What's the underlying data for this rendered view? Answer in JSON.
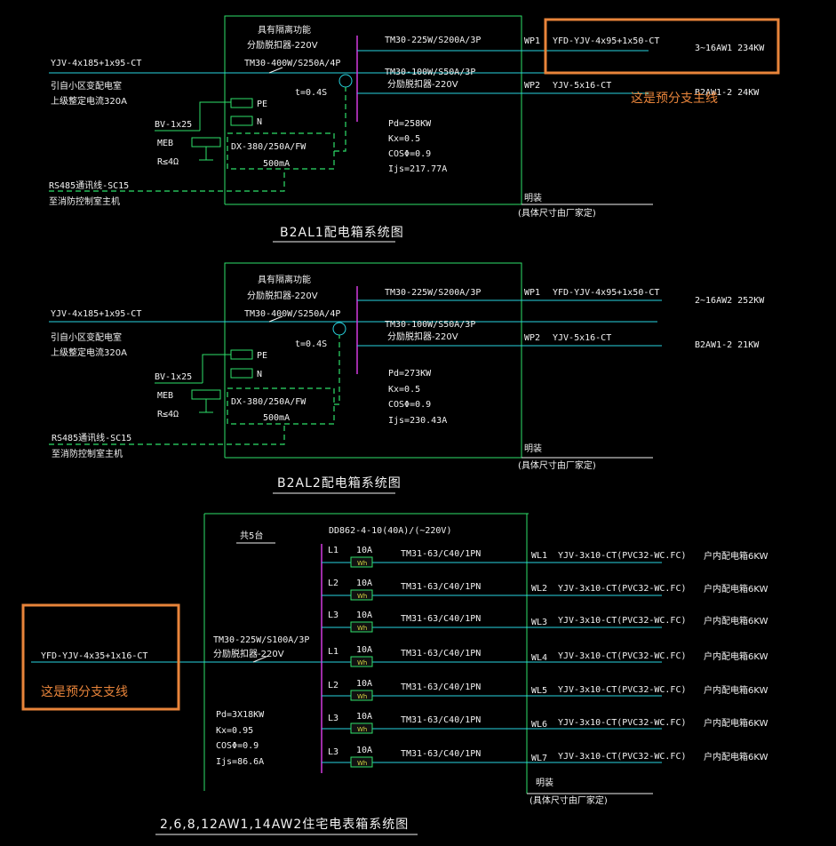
{
  "panel1": {
    "isolation": "具有隔离功能",
    "spd": "分励脱扣器-220V",
    "main_breaker": "TM30-400W/S250A/4P",
    "time": "t=0.4S",
    "pe": "PE",
    "n": "N",
    "bv": "BV-1x25",
    "meb": "MEB",
    "r": "R≤4Ω",
    "rcd": "DX-380/250A/FW",
    "rcd_ma": "500mA",
    "incoming": "YJV-4x185+1x95-CT",
    "from1": "引自小区变配电室",
    "from2": "上级整定电流320A",
    "rs485": "RS485通讯线-SC15",
    "to_fire": "至消防控制室主机",
    "br1": "TM30-225W/S200A/3P",
    "br2": "TM30-100W/S50A/3P",
    "br2_spd": "分励脱扣器-220V",
    "wp1": "WP1",
    "wp1_cable": "YFD-YJV-4x95+1x50-CT",
    "wp1_load": "3~16AW1 234KW",
    "wp2": "WP2",
    "wp2_cable": "YJV-5x16-CT",
    "wp2_load": "B2AW1-2 24KW",
    "pd": "Pd=258KW",
    "kx": "Kx=0.5",
    "cos": "COSΦ=0.9",
    "ijs": "Ijs=217.77A",
    "mount": "明装",
    "mount_note": "(具体尺寸由厂家定)",
    "title": "B2AL1配电箱系统图"
  },
  "panel2": {
    "isolation": "具有隔离功能",
    "spd": "分励脱扣器-220V",
    "main_breaker": "TM30-400W/S250A/4P",
    "time": "t=0.4S",
    "pe": "PE",
    "n": "N",
    "bv": "BV-1x25",
    "meb": "MEB",
    "r": "R≤4Ω",
    "rcd": "DX-380/250A/FW",
    "rcd_ma": "500mA",
    "incoming": "YJV-4x185+1x95-CT",
    "from1": "引自小区变配电室",
    "from2": "上级整定电流320A",
    "rs485": "RS485通讯线-SC15",
    "to_fire": "至消防控制室主机",
    "br1": "TM30-225W/S200A/3P",
    "br2": "TM30-100W/S50A/3P",
    "br2_spd": "分励脱扣器-220V",
    "wp1": "WP1",
    "wp1_cable": "YFD-YJV-4x95+1x50-CT",
    "wp1_load": "2~16AW2 252KW",
    "wp2": "WP2",
    "wp2_cable": "YJV-5x16-CT",
    "wp2_load": "B2AW1-2 21KW",
    "pd": "Pd=273KW",
    "kx": "Kx=0.5",
    "cos": "COSΦ=0.9",
    "ijs": "Ijs=230.43A",
    "mount": "明装",
    "mount_note": "(具体尺寸由厂家定)",
    "title": "B2AL2配电箱系统图"
  },
  "panel3": {
    "count": "共5台",
    "meter": "DD862-4-10(40A)/(~220V)",
    "main_breaker": "TM30-225W/S100A/3P",
    "spd": "分励脱扣器-220V",
    "incoming": "YFD-YJV-4x35+1x16-CT",
    "pd": "Pd=3X18KW",
    "kx": "Kx=0.95",
    "cos": "COSΦ=0.9",
    "ijs": "Ijs=86.6A",
    "mount": "明装",
    "mount_note": "(具体尺寸由厂家定)",
    "title": "2,6,8,12AW1,14AW2住宅电表箱系统图",
    "meter_current": "10A",
    "wh": "Wh",
    "rows": [
      {
        "phase": "L1",
        "breaker": "TM31-63/C40/1PN",
        "circuit": "WL1",
        "cable": "YJV-3x10-CT(PVC32-WC.FC)",
        "load": "户内配电箱6KW"
      },
      {
        "phase": "L2",
        "breaker": "TM31-63/C40/1PN",
        "circuit": "WL2",
        "cable": "YJV-3x10-CT(PVC32-WC.FC)",
        "load": "户内配电箱6KW"
      },
      {
        "phase": "L3",
        "breaker": "TM31-63/C40/1PN",
        "circuit": "WL3",
        "cable": "YJV-3x10-CT(PVC32-WC.FC)",
        "load": "户内配电箱6KW"
      },
      {
        "phase": "L1",
        "breaker": "TM31-63/C40/1PN",
        "circuit": "WL4",
        "cable": "YJV-3x10-CT(PVC32-WC.FC)",
        "load": "户内配电箱6KW"
      },
      {
        "phase": "L2",
        "breaker": "TM31-63/C40/1PN",
        "circuit": "WL5",
        "cable": "YJV-3x10-CT(PVC32-WC.FC)",
        "load": "户内配电箱6KW"
      },
      {
        "phase": "L3",
        "breaker": "TM31-63/C40/1PN",
        "circuit": "WL6",
        "cable": "YJV-3x10-CT(PVC32-WC.FC)",
        "load": "户内配电箱6KW"
      },
      {
        "phase": "L3",
        "breaker": "TM31-63/C40/1PN",
        "circuit": "WL7",
        "cable": "YJV-3x10-CT(PVC32-WC.FC)",
        "load": "户内配电箱6KW"
      }
    ]
  },
  "annotations": {
    "trunk": "这是预分支主线",
    "branch": "这是预分支支线"
  },
  "colors": {
    "background": "#000000",
    "frame": "#2ee06a",
    "wire": "#27d4e0",
    "busbar": "#d23be0",
    "highlight": "#e8843a"
  }
}
